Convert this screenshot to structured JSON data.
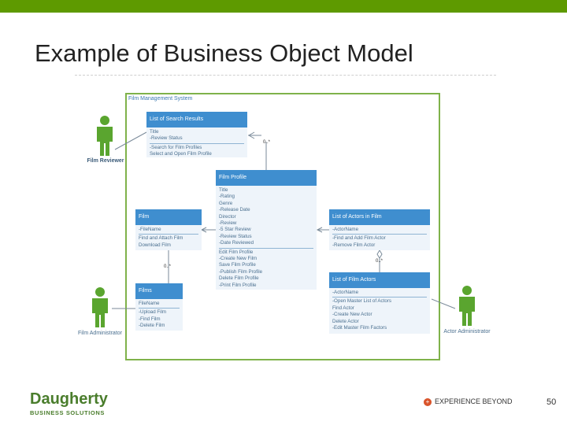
{
  "title": "Example of Business Object Model",
  "frame_label": "Film Management System",
  "classes": {
    "search": {
      "header": "List of Search Results",
      "attrs": [
        "Title",
        "-Review Status"
      ],
      "ops": [
        "-Search for Film Profiles",
        "Select and Open Film Profile"
      ]
    },
    "profile": {
      "header": "Film Profile",
      "attrs": [
        "Title",
        "-Rating",
        "Genre",
        "-Release Date",
        "Director",
        "-Review",
        "-5 Star Review",
        "-Review Status",
        "-Date Reviewed"
      ],
      "ops": [
        "Edit Film Profile",
        "-Create New Film",
        "Save Film Profile",
        "-Publish Film Profile",
        "Delete Film Profile",
        "-Print Film Profile"
      ]
    },
    "film": {
      "header": "Film",
      "attrs": [
        "-FileName"
      ],
      "ops": [
        "Find and Attach Film",
        "Download Film"
      ]
    },
    "films": {
      "header": "Films",
      "attrs": [
        "FileName"
      ],
      "ops": [
        "-Upload Film",
        "-Find Film",
        "-Delete Film"
      ]
    },
    "actors_in_film": {
      "header": "List of Actors in Film",
      "attrs": [
        "-ActorName"
      ],
      "ops": [
        "-Find and Add Film Actor",
        "-Remove Film Actor"
      ]
    },
    "film_actors": {
      "header": "List of Film Actors",
      "attrs": [
        "-ActorName"
      ],
      "ops": [
        "-Open Master List of Actors",
        "Find Actor",
        "-Create New Actor",
        "Delete Actor",
        "-Edit Master Film Factors"
      ]
    }
  },
  "actors": {
    "reviewer": "Film Reviewer",
    "film_admin": "Film Administrator",
    "actor_admin": "Actor Administrator"
  },
  "multiplicity": {
    "m1": "0..*",
    "m2": "0..*",
    "m3": "0..*"
  },
  "footer": {
    "logo_main": "Daugherty",
    "logo_sub": "BUSINESS SOLUTIONS",
    "tagline": "EXPERIENCE BEYOND",
    "page": "50"
  },
  "colors": {
    "topbar": "#5e9a00",
    "frame": "#7fb24a",
    "class_header": "#3f8ecf",
    "actor": "#5aa52f",
    "brand": "#4a7d2c"
  }
}
